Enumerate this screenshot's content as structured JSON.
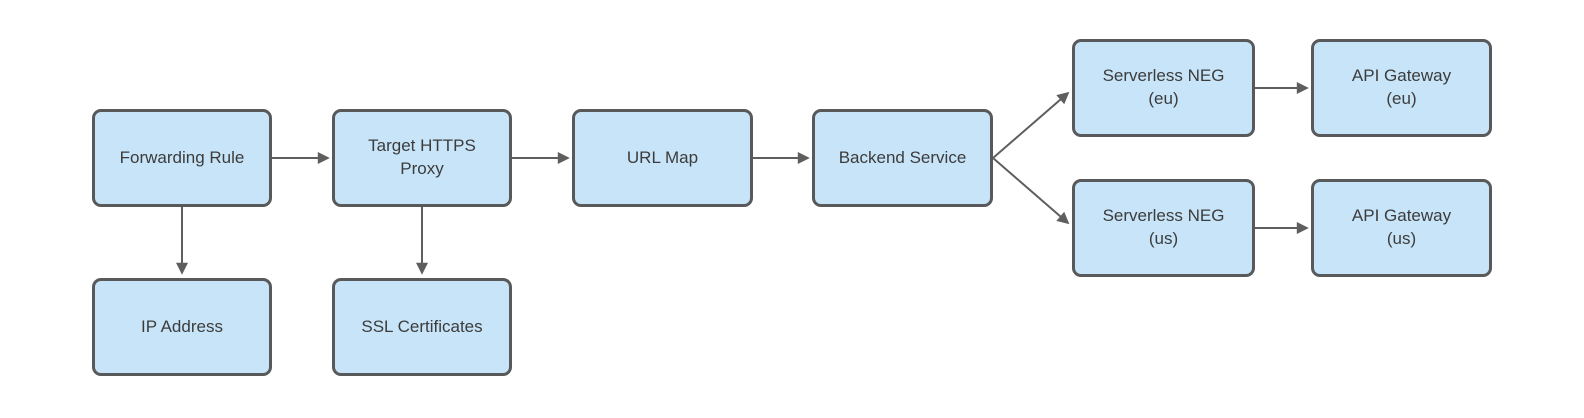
{
  "colors": {
    "node_fill": "#c7e4f8",
    "node_border": "#58595b",
    "connector": "#5e5e5e",
    "text": "#3c3c3c",
    "background": "#ffffff"
  },
  "nodes": {
    "forwarding_rule": {
      "label": "Forwarding Rule"
    },
    "target_https_proxy": {
      "label": "Target HTTPS\nProxy"
    },
    "url_map": {
      "label": "URL Map"
    },
    "backend_service": {
      "label": "Backend Service"
    },
    "serverless_neg_eu": {
      "label": "Serverless NEG\n(eu)"
    },
    "api_gateway_eu": {
      "label": "API Gateway\n(eu)"
    },
    "serverless_neg_us": {
      "label": "Serverless NEG\n(us)"
    },
    "api_gateway_us": {
      "label": "API Gateway\n(us)"
    },
    "ip_address": {
      "label": "IP Address"
    },
    "ssl_certificates": {
      "label": "SSL Certificates"
    }
  },
  "edges": [
    {
      "from": "Forwarding Rule",
      "to": "Target HTTPS Proxy"
    },
    {
      "from": "Forwarding Rule",
      "to": "IP Address"
    },
    {
      "from": "Target HTTPS Proxy",
      "to": "URL Map"
    },
    {
      "from": "Target HTTPS Proxy",
      "to": "SSL Certificates"
    },
    {
      "from": "URL Map",
      "to": "Backend Service"
    },
    {
      "from": "Backend Service",
      "to": "Serverless NEG (eu)"
    },
    {
      "from": "Backend Service",
      "to": "Serverless NEG (us)"
    },
    {
      "from": "Serverless NEG (eu)",
      "to": "API Gateway (eu)"
    },
    {
      "from": "Serverless NEG (us)",
      "to": "API Gateway (us)"
    }
  ]
}
